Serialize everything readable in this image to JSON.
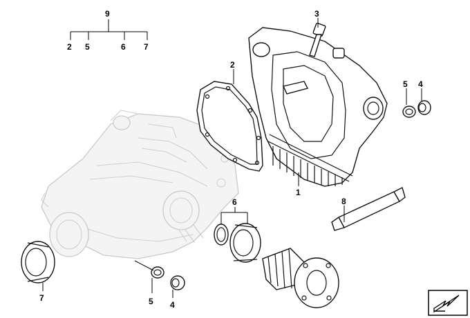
{
  "diagram": {
    "callouts": {
      "c9": "9",
      "c2_tree": "2",
      "c5_tree": "5",
      "c6_tree": "6",
      "c7_tree": "7",
      "c3": "3",
      "c2": "2",
      "c5_right": "5",
      "c4_right": "4",
      "c1": "1",
      "c8": "8",
      "c6": "6",
      "c7": "7",
      "c5_bottom": "5",
      "c4_bottom": "4"
    },
    "icons": {
      "corner": "arrow-icon"
    }
  }
}
